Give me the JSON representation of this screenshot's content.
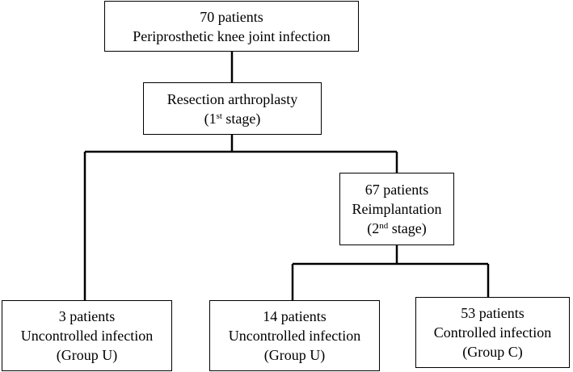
{
  "colors": {
    "line": "#000000",
    "box_border": "#000000",
    "background": "#ffffff"
  },
  "nodes": {
    "start": {
      "line1": "70 patients",
      "line2": "Periprosthetic knee joint infection"
    },
    "resection": {
      "line1": "Resection arthroplasty",
      "line2_open": "(1",
      "line2_sup": "st",
      "line2_close": " stage)"
    },
    "reimplantation": {
      "line1": "67 patients",
      "line2": "Reimplantation",
      "line3_open": "(2",
      "line3_sup": "nd",
      "line3_close": " stage)"
    },
    "group_u_first": {
      "line1": "3 patients",
      "line2": "Uncontrolled infection",
      "line3": "(Group U)"
    },
    "group_u_second": {
      "line1": "14 patients",
      "line2": "Uncontrolled infection",
      "line3": "(Group U)"
    },
    "group_c": {
      "line1": "53 patients",
      "line2": "Controlled infection",
      "line3": "(Group C)"
    }
  }
}
